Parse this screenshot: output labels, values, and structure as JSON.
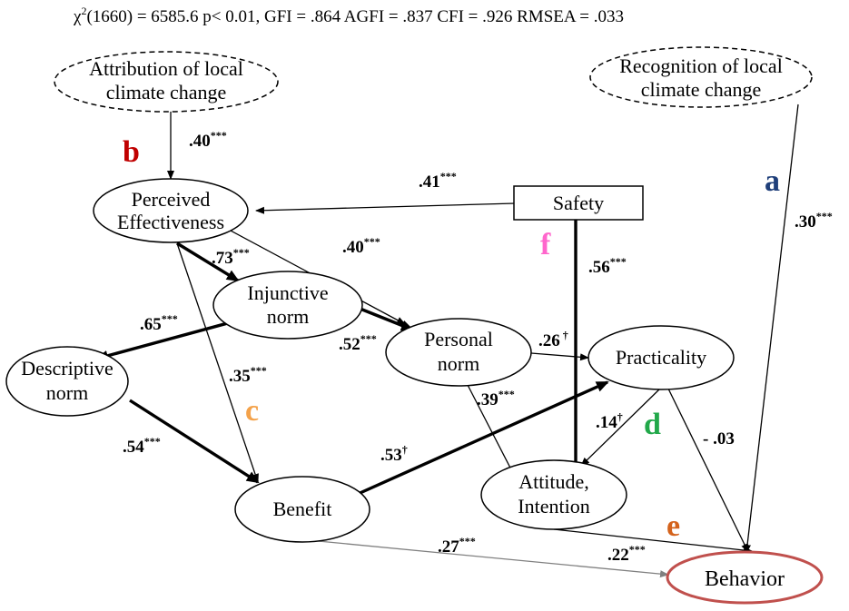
{
  "fit_stats": {
    "chi_symbol": "χ",
    "chi_sup": "2",
    "rest": "(1660) = 6585.6  p< 0.01, GFI = .864 AGFI = .837 CFI = .926 RMSEA = .033"
  },
  "nodes": {
    "attribution": [
      "Attribution of local",
      "climate change"
    ],
    "recognition": [
      "Recognition of local",
      "climate change"
    ],
    "perceived": [
      "Perceived",
      "Effectiveness"
    ],
    "safety": [
      "Safety"
    ],
    "injunctive": [
      "Injunctive",
      "norm"
    ],
    "descriptive": [
      "Descriptive",
      "norm"
    ],
    "personal": [
      "Personal",
      "norm"
    ],
    "practicality": [
      "Practicality"
    ],
    "benefit": [
      "Benefit"
    ],
    "attitude": [
      "Attitude,",
      "Intention"
    ],
    "behavior": [
      "Behavior"
    ]
  },
  "coefficients": {
    "attr_perc": {
      "value": ".40",
      "sig": "***"
    },
    "safety_perc": {
      "value": ".41",
      "sig": "***"
    },
    "perc_inj": {
      "value": ".73",
      "sig": "***"
    },
    "perc_pers": {
      "value": ".40",
      "sig": "***"
    },
    "inj_desc": {
      "value": ".65",
      "sig": "***"
    },
    "inj_pers": {
      "value": ".52",
      "sig": "***"
    },
    "perc_ben": {
      "value": ".35",
      "sig": "***"
    },
    "safety_att": {
      "value": ".56",
      "sig": "***"
    },
    "recog_beh": {
      "value": ".30",
      "sig": "***"
    },
    "pers_prac": {
      "value": ".26",
      "sig": " †"
    },
    "pers_att": {
      "value": ".39",
      "sig": "***"
    },
    "desc_ben": {
      "value": ".54",
      "sig": "***"
    },
    "ben_prac": {
      "value": ".53",
      "sig": "†"
    },
    "prac_att": {
      "value": ".14",
      "sig": "†"
    },
    "prac_beh": {
      "value": "- .03",
      "sig": ""
    },
    "ben_beh": {
      "value": ".27",
      "sig": "***"
    },
    "att_beh": {
      "value": ".22",
      "sig": "***"
    }
  },
  "letters": {
    "a": {
      "text": "a",
      "color": "#1f3f7a"
    },
    "b": {
      "text": "b",
      "color": "#c00000"
    },
    "c": {
      "text": "c",
      "color": "#f4a24a"
    },
    "d": {
      "text": "d",
      "color": "#22a84a"
    },
    "e": {
      "text": "e",
      "color": "#d4631c"
    },
    "f": {
      "text": "f",
      "color": "#ff66cc"
    }
  },
  "colors": {
    "behavior_outline": "#c0504d",
    "line": "#000000",
    "benefit_behavior_line": "#808080"
  }
}
